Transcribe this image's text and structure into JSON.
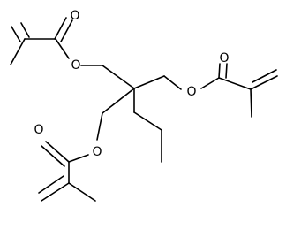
{
  "molecule": {
    "atom_labels": {
      "o_carbonyl_top": "O",
      "o_ester_top": "O",
      "o_carbonyl_right": "O",
      "o_ester_right": "O",
      "o_carbonyl_bottom": "O",
      "o_ester_bottom": "O"
    },
    "colors": {
      "bond": "#000000",
      "label": "#000000",
      "background": "#ffffff"
    }
  }
}
